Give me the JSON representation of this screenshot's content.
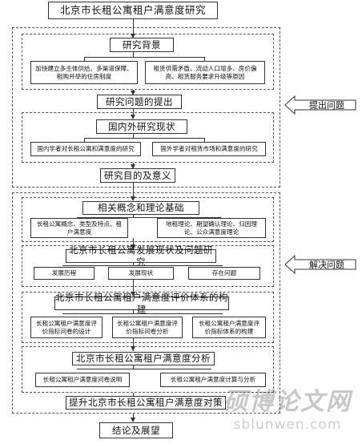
{
  "title": "北京市长租公寓租户满意度研究",
  "section1": {
    "side_label": "提出问题",
    "background": {
      "title": "研究背景",
      "left": "加快建立多主体供给、多渠道保障、租购并举的住房制度",
      "right": "租赁供需矛盾、流动人口增多、房价偏高、租赁服务要求升级等原因"
    },
    "problem": "研究问题的提出",
    "review": {
      "title": "国内外研究现状",
      "left": "国内学者对长租公寓和满意度的研究",
      "right": "国外学者对租赁市场和满意度的研究"
    },
    "purpose": "研究目的及意义"
  },
  "section2": {
    "side_label": "解决问题",
    "concepts": {
      "title": "相关概念和理论基础",
      "left": "长租公寓概念、类型及特点、租户满意度",
      "right": "地租理论、期望确认理论、归因理论、公众满意度理论"
    },
    "status": {
      "title": "北京市长租公寓发展现状及问题研究",
      "items": [
        "发展历程",
        "发展现状",
        "存在问题"
      ]
    },
    "system": {
      "title": "北京市长租公寓租户满意度评价体系的构建",
      "items": [
        "长租公寓租户满意度评价指标问卷的设计",
        "长租公寓租户满意度评价指标问卷分析",
        "长租公寓租户满意度评价指标体系的构建"
      ]
    },
    "analysis": {
      "title": "北京市长租公寓租户满意度分析",
      "left": "长租公寓租户满意度问卷说明",
      "right": "长租公寓租户满意度计算与分析"
    },
    "countermeasure": "提升北京市长租公寓租户满意度对策"
  },
  "conclusion": "结论及展望",
  "watermark": {
    "cn": "硕博论文网",
    "url": "sblunwen.com"
  }
}
